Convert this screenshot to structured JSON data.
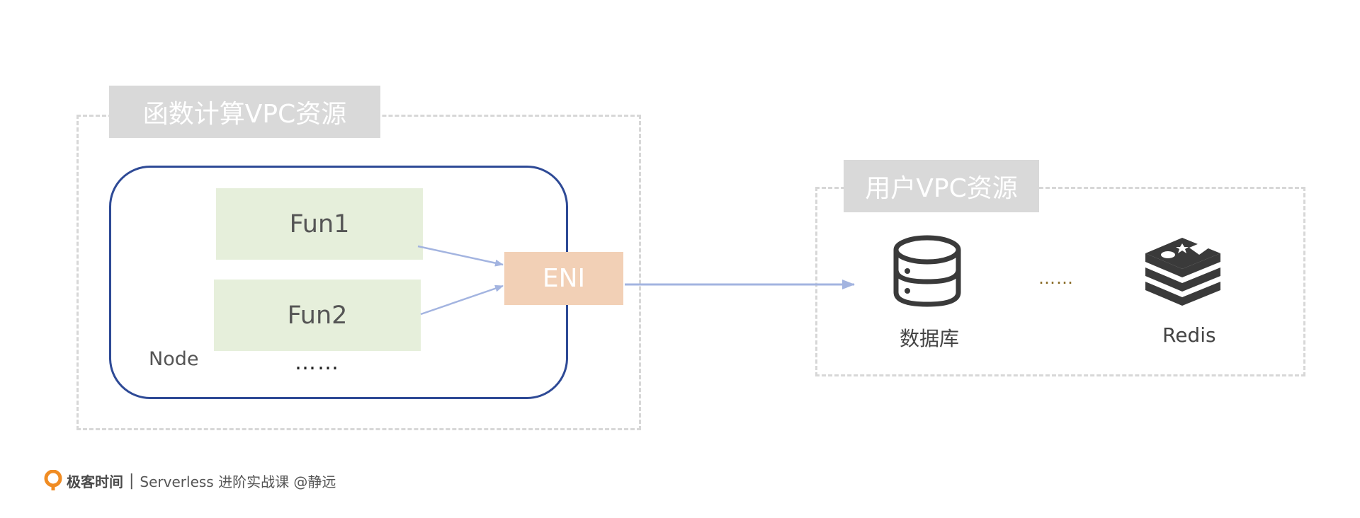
{
  "left_group": {
    "title": "函数计算VPC资源",
    "node_label": "Node",
    "functions": [
      "Fun1",
      "Fun2"
    ],
    "more_functions": "……",
    "eni_label": "ENI"
  },
  "right_group": {
    "title": "用户VPC资源",
    "database_label": "数据库",
    "redis_label": "Redis",
    "more_resources": "……"
  },
  "footer": {
    "brand": "极客时间",
    "separator": "|",
    "course": "Serverless 进阶实战课 @静远"
  },
  "colors": {
    "group_border": "#d7d7d7",
    "tag_bg": "#d9d9d9",
    "node_border": "#2e4a96",
    "fun_bg": "#e6efdb",
    "eni_bg": "#f2d0b6",
    "arrow": "#a3b4e0",
    "brand_orange": "#f08c23"
  },
  "icons": [
    "database-icon",
    "redis-icon",
    "geektime-logo-icon"
  ]
}
